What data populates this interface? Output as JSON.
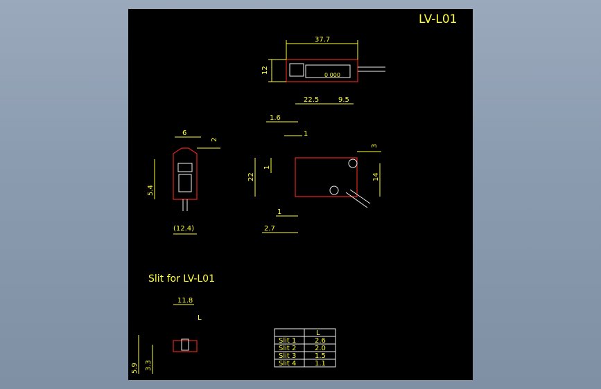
{
  "drawing": {
    "title": "LV-L01",
    "subtitle": "Slit for LV-L01",
    "colors": {
      "background": "#000000",
      "dimension": "#ffff33",
      "outline": "#e0241c",
      "part": "#f2f2f2",
      "window_bg": "#8c9cb0"
    }
  },
  "top_view": {
    "width": "37.7",
    "height": "12",
    "display": "0 000"
  },
  "side_view": {
    "width": "6",
    "offset": "2",
    "height": "5.4",
    "overall": "(12.4)"
  },
  "front_view": {
    "d1": "22.5",
    "d2": "9.5",
    "d3": "1.6",
    "d4": "1",
    "d5": "3",
    "d6": "22",
    "d7": "1",
    "d8": "14",
    "d9": "1",
    "d10": "2.7"
  },
  "slit_view": {
    "width": "11.8",
    "l_label": "L",
    "h1": "5.9",
    "h2": "3.3"
  },
  "slit_table": {
    "header": [
      "",
      "L"
    ],
    "rows": [
      {
        "name": "Slit 1",
        "value": "2.6"
      },
      {
        "name": "Slit 2",
        "value": "2.0"
      },
      {
        "name": "Slit 3",
        "value": "1.5"
      },
      {
        "name": "Slit 4",
        "value": "1.1"
      }
    ]
  }
}
